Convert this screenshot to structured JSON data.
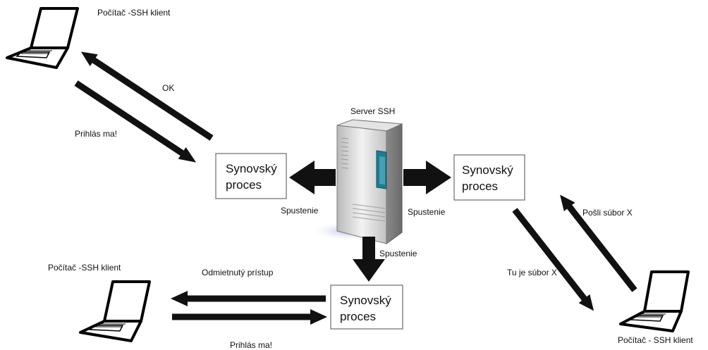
{
  "diagram": {
    "server": {
      "label": "Server SSH"
    },
    "clients": [
      {
        "label": "Počítač -SSH klient"
      },
      {
        "label": "Počítač -SSH klient"
      },
      {
        "label": "Počítač - SSH klient"
      }
    ],
    "child_processes": [
      {
        "line1": "Synovský",
        "line2": "proces"
      },
      {
        "line1": "Synovský",
        "line2": "proces"
      },
      {
        "line1": "Synovský",
        "line2": "proces"
      }
    ],
    "spawn_labels": [
      "Spustenie",
      "Spustenie",
      "Spustenie"
    ],
    "messages": {
      "top_left_ok": "OK",
      "top_left_login": "Prihlás ma!",
      "bottom_left_denied": "Odmietnutý prístup",
      "bottom_left_login": "Prihlás ma!",
      "bottom_right_send": "Pošli súbor X",
      "bottom_right_here": "Tu je súbor X"
    },
    "colors": {
      "arrow": "#111111",
      "server_body": "#cfcfcf",
      "server_panel": "#1f7d92",
      "box_border": "#6b6b6b"
    }
  }
}
